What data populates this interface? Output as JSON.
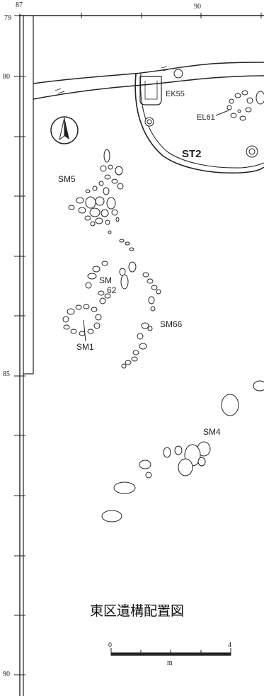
{
  "coords": {
    "top": [
      "87",
      "90"
    ],
    "left": [
      "79",
      "80",
      "85",
      "90"
    ]
  },
  "labels": {
    "ek55": "EK55",
    "el61": "EL61",
    "st2": "ST2",
    "sm5": "SM5",
    "sm62_a": "SM",
    "sm62_b": "62",
    "sm66": "SM66",
    "sm1": "SM1",
    "sm4": "SM4"
  },
  "title": "東区遺構配置図",
  "scale": {
    "start": "0",
    "end": "4",
    "unit": "m"
  },
  "north_icon": "north-arrow-icon"
}
